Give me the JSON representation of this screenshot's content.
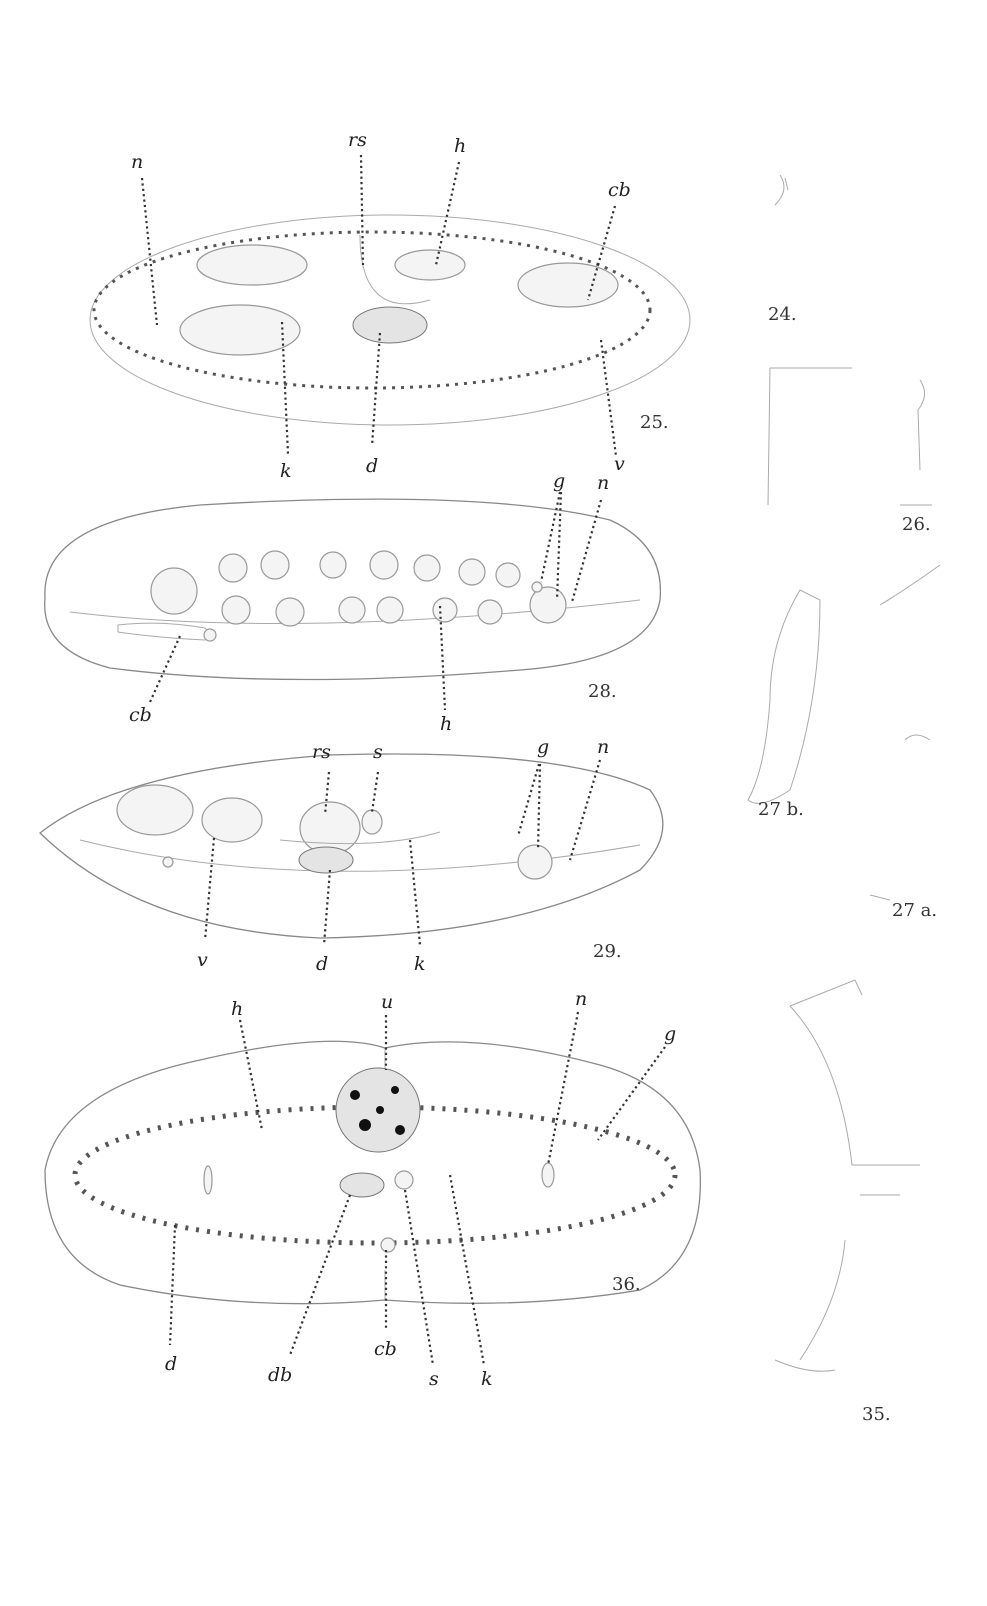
{
  "figures": {
    "f25": {
      "number": "25.",
      "labels": {
        "n": "n",
        "rs": "rs",
        "h": "h",
        "cb": "cb",
        "k": "k",
        "d": "d",
        "v": "v"
      }
    },
    "f28": {
      "number": "28.",
      "labels": {
        "g": "g",
        "n": "n",
        "cb": "cb",
        "h": "h"
      }
    },
    "f29": {
      "number": "29.",
      "labels": {
        "rs": "rs",
        "s": "s",
        "g": "g",
        "n": "n",
        "v": "v",
        "d": "d",
        "k": "k"
      }
    },
    "f36": {
      "number": "36.",
      "labels": {
        "h": "h",
        "u": "u",
        "n": "n",
        "g": "g",
        "d": "d",
        "db": "db",
        "cb": "cb",
        "s": "s",
        "k": "k"
      }
    },
    "f24": {
      "number": "24."
    },
    "f26": {
      "number": "26."
    },
    "f27a": {
      "number": "27 a."
    },
    "f27b": {
      "number": "27 b."
    },
    "f35": {
      "number": "35."
    }
  }
}
